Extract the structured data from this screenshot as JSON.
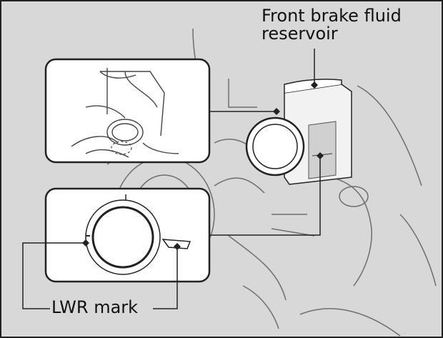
{
  "labels": {
    "reservoir_line1": "Front brake fluid",
    "reservoir_line2": "reservoir",
    "lwr_mark": "LWR mark"
  },
  "colors": {
    "background": "#d8d8d8",
    "line": "#222222",
    "inset_fill": "#ffffff",
    "sketch": "#6e6e6e"
  }
}
